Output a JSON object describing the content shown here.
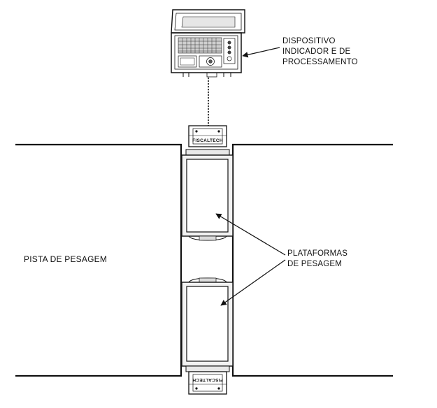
{
  "labels": {
    "device": [
      "DISPOSITIVO",
      "INDICADOR E DE",
      "PROCESSAMENTO"
    ],
    "track": "PISTA DE PESAGEM",
    "platforms": [
      "PLATAFORMAS",
      "DE PESAGEM"
    ]
  },
  "brand": "FISCALTECH",
  "colors": {
    "line": "#111111",
    "background": "#ffffff",
    "platform_fill": "#f2f2f2"
  },
  "icons": [
    "laptop-case-icon",
    "arrow-icon"
  ]
}
